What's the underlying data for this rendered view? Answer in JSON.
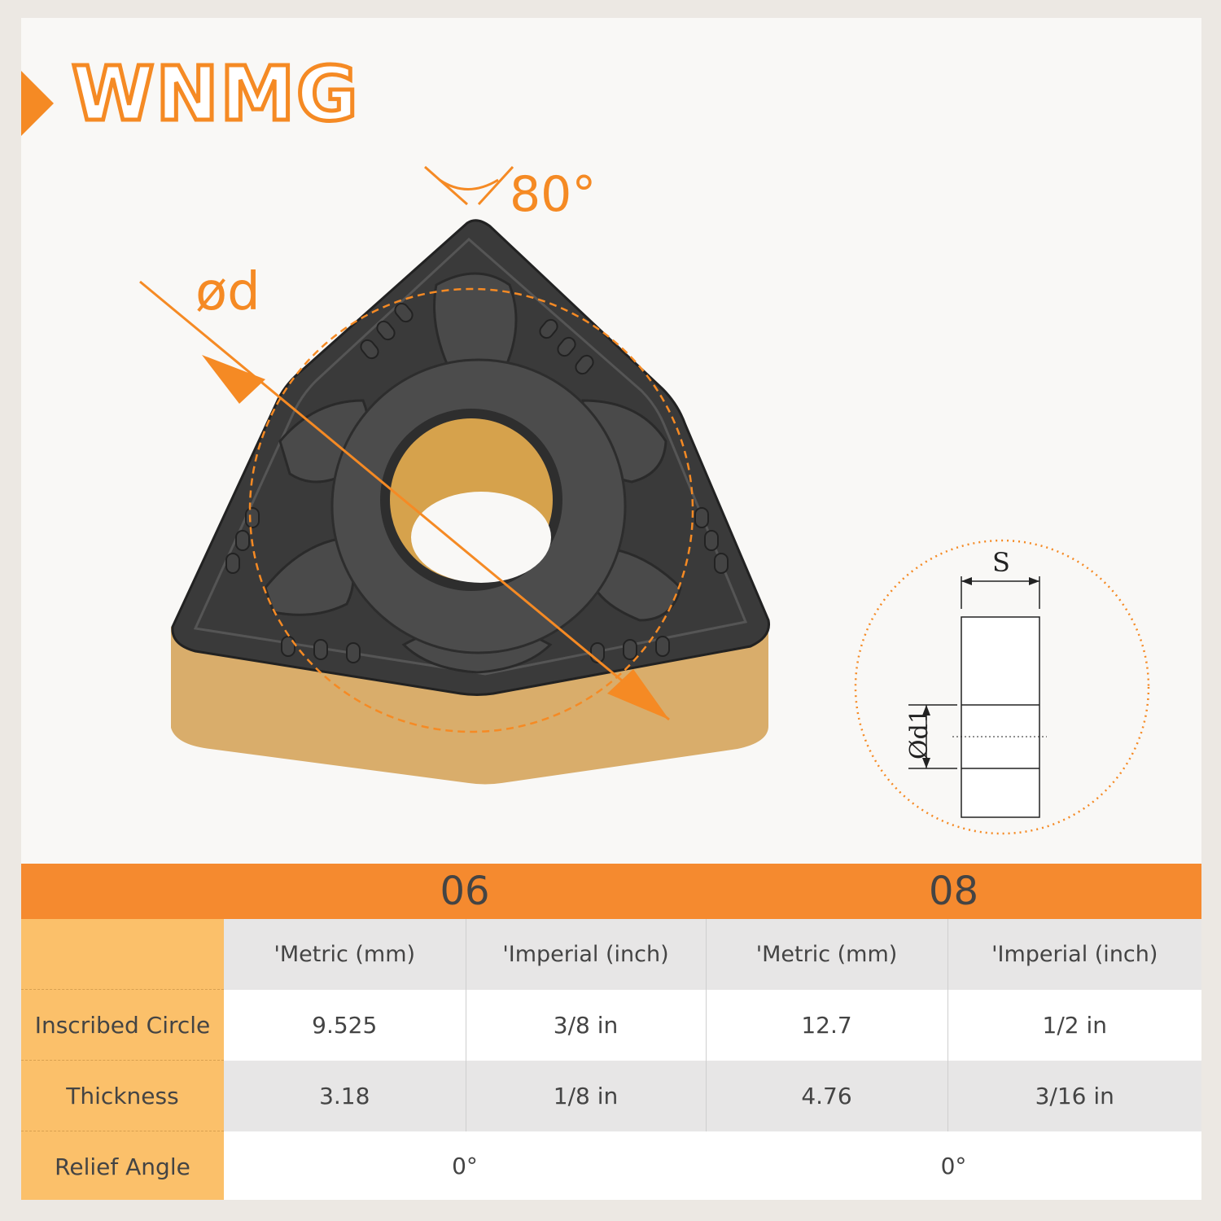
{
  "title": "WNMG",
  "angle_label": "80°",
  "diameter_label": "ød",
  "side_diagram": {
    "s_label": "S",
    "d1_label": "Ød1"
  },
  "table": {
    "groups": [
      "06",
      "08"
    ],
    "units": [
      "'Metric (mm)",
      "'Imperial (inch)",
      "'Metric (mm)",
      "'Imperial (inch)"
    ],
    "rows": [
      {
        "label": "Inscribed Circle",
        "values": [
          "9.525",
          "3/8 in",
          "12.7",
          "1/2 in"
        ]
      },
      {
        "label": "Thickness",
        "values": [
          "3.18",
          "1/8 in",
          "4.76",
          "3/16 in"
        ]
      }
    ],
    "relief": {
      "label": "Relief Angle",
      "values": [
        "0°",
        "0°"
      ]
    }
  },
  "colors": {
    "accent": "#f58a24",
    "table_header": "#f58a2f",
    "label_col": "#fbc06a",
    "insert_dark": "#3a3a3a",
    "insert_gold": "#d9ad6b"
  }
}
